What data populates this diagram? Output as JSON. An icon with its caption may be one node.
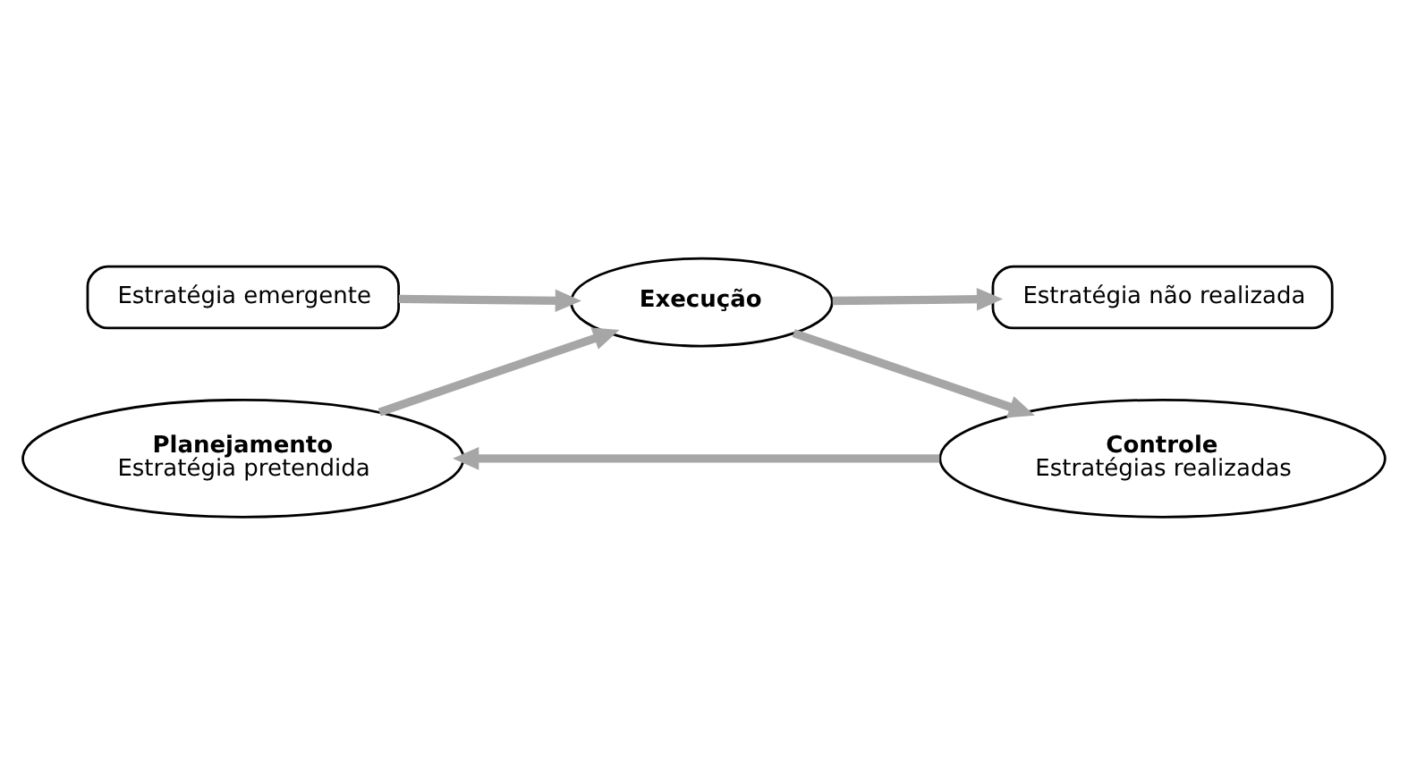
{
  "diagram": {
    "nodes": [
      {
        "text": [
          "Planejamento",
          "Estratégia pretendida"
        ]
      },
      {
        "text": [
          "Execução"
        ]
      },
      {
        "text": [
          "Controle",
          "Estratégias realizadas"
        ]
      },
      {
        "text": [
          "Estratégia emergente"
        ]
      },
      {
        "text": [
          "Estratégia não realizada"
        ]
      }
    ],
    "edges": [
      {
        "from": 0,
        "to": 1,
        "arrow": "to"
      },
      {
        "from": 1,
        "to": 2,
        "arrow": "to"
      },
      {
        "from": 2,
        "to": 0,
        "arrow": "to"
      },
      {
        "from": 3,
        "to": 1,
        "arrow": "to"
      },
      {
        "from": 1,
        "to": 4,
        "arrow": "to"
      }
    ]
  }
}
